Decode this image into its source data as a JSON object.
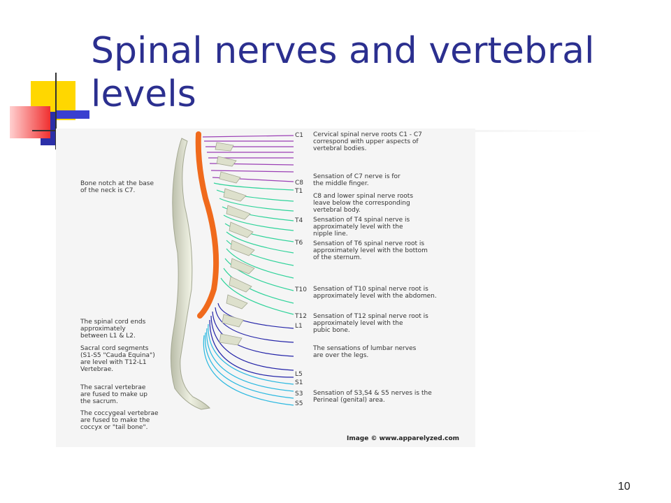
{
  "slide": {
    "title": "Spinal nerves and vertebral levels",
    "page_number": "10"
  },
  "figure": {
    "credit": "Image © www.apparelyzed.com",
    "levels": [
      "C1",
      "C8",
      "T1",
      "T4",
      "T6",
      "T10",
      "T12",
      "L1",
      "L5",
      "S1",
      "S3",
      "S5"
    ],
    "right_notes": [
      "Cervical spinal nerve roots C1 - C7\ncorrespond with upper aspects of\nvertebral bodies.",
      "Sensation of C7 nerve is for\nthe middle finger.",
      "C8 and lower spinal nerve roots\nleave below the corresponding\nvertebral body.",
      "Sensation of T4 spinal nerve is\napproximately level with the\nnipple line.",
      "Sensation of T6 spinal nerve root is\napproximately level with the bottom\nof the sternum.",
      "Sensation of T10 spinal nerve root is\napproximately level with the abdomen.",
      "Sensation of T12 spinal nerve root is\napproximately level with the\npubic bone.",
      "The sensations of lumbar nerves\nare over the legs.",
      "Sensation of S3,S4 & S5 nerves is the\nPerineal (genital) area."
    ],
    "left_notes": [
      "Bone notch at the base\nof the neck is C7.",
      "The spinal cord ends\napproximately\nbetween L1 & L2.",
      "Sacral cord segments\n(S1-S5 \"Cauda Equina\")\nare level with T12-L1\nVertebrae.",
      "The sacral vertebrae\nare fused to make up\nthe sacrum.",
      "The coccygeal vertebrae\nare fused to make the\ncoccyx or \"tail bone\"."
    ],
    "colors": {
      "cervical": "#9b3fb5",
      "thoracic": "#2fd39a",
      "lumbar": "#2323a8",
      "sacral": "#2ab8e0",
      "spinal_cord": "#f06a1c",
      "bone": "#dfe2cf"
    }
  }
}
